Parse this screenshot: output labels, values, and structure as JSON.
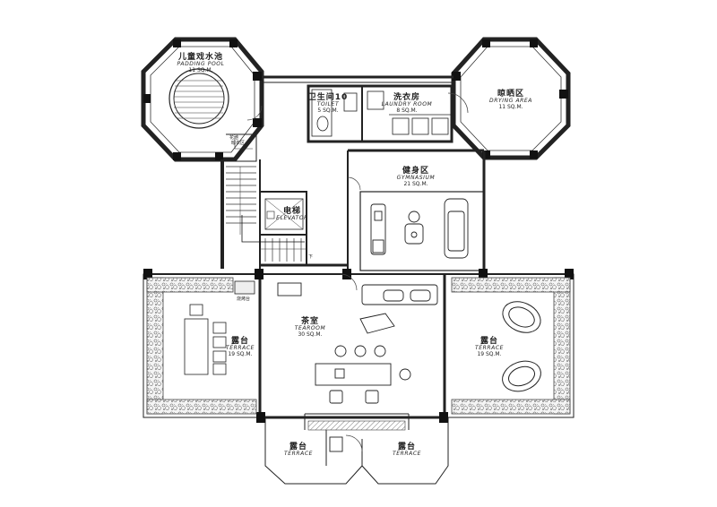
{
  "rooms": {
    "wading_pool": {
      "cn": "儿童戏水池",
      "en": "PADDING POOL",
      "area": "11 SQ.M."
    },
    "toilet": {
      "cn": "卫生间10",
      "en": "TOILET",
      "area": "5 SQ.M."
    },
    "laundry": {
      "cn": "洗衣房",
      "en": "LAUNDRY ROOM",
      "area": "8 SQ.M."
    },
    "drying": {
      "cn": "晾晒区",
      "en": "DRYING AREA",
      "area": "11 SQ.M."
    },
    "gym": {
      "cn": "健身区",
      "en": "GYMNASIUM",
      "area": "21 SQ.M."
    },
    "elevator": {
      "cn": "电梯",
      "en": "ELEVATOR"
    },
    "tearoom": {
      "cn": "茶室",
      "en": "TEAROOM",
      "area": "30 SQ.M."
    },
    "terrace_left": {
      "cn": "露台",
      "en": "TERRACE",
      "area": "19 SQ.M."
    },
    "terrace_right": {
      "cn": "露台",
      "en": "TERRACE",
      "area": "19 SQ.M."
    },
    "terrace_bottom_left": {
      "cn": "露台",
      "en": "TERRACE"
    },
    "terrace_bottom_right": {
      "cn": "露台",
      "en": "TERRACE"
    }
  },
  "tags": {
    "stair_down": "下",
    "kitchenette": "烧烤台",
    "tag_a": "花池",
    "tag_b": "晾衣区"
  }
}
